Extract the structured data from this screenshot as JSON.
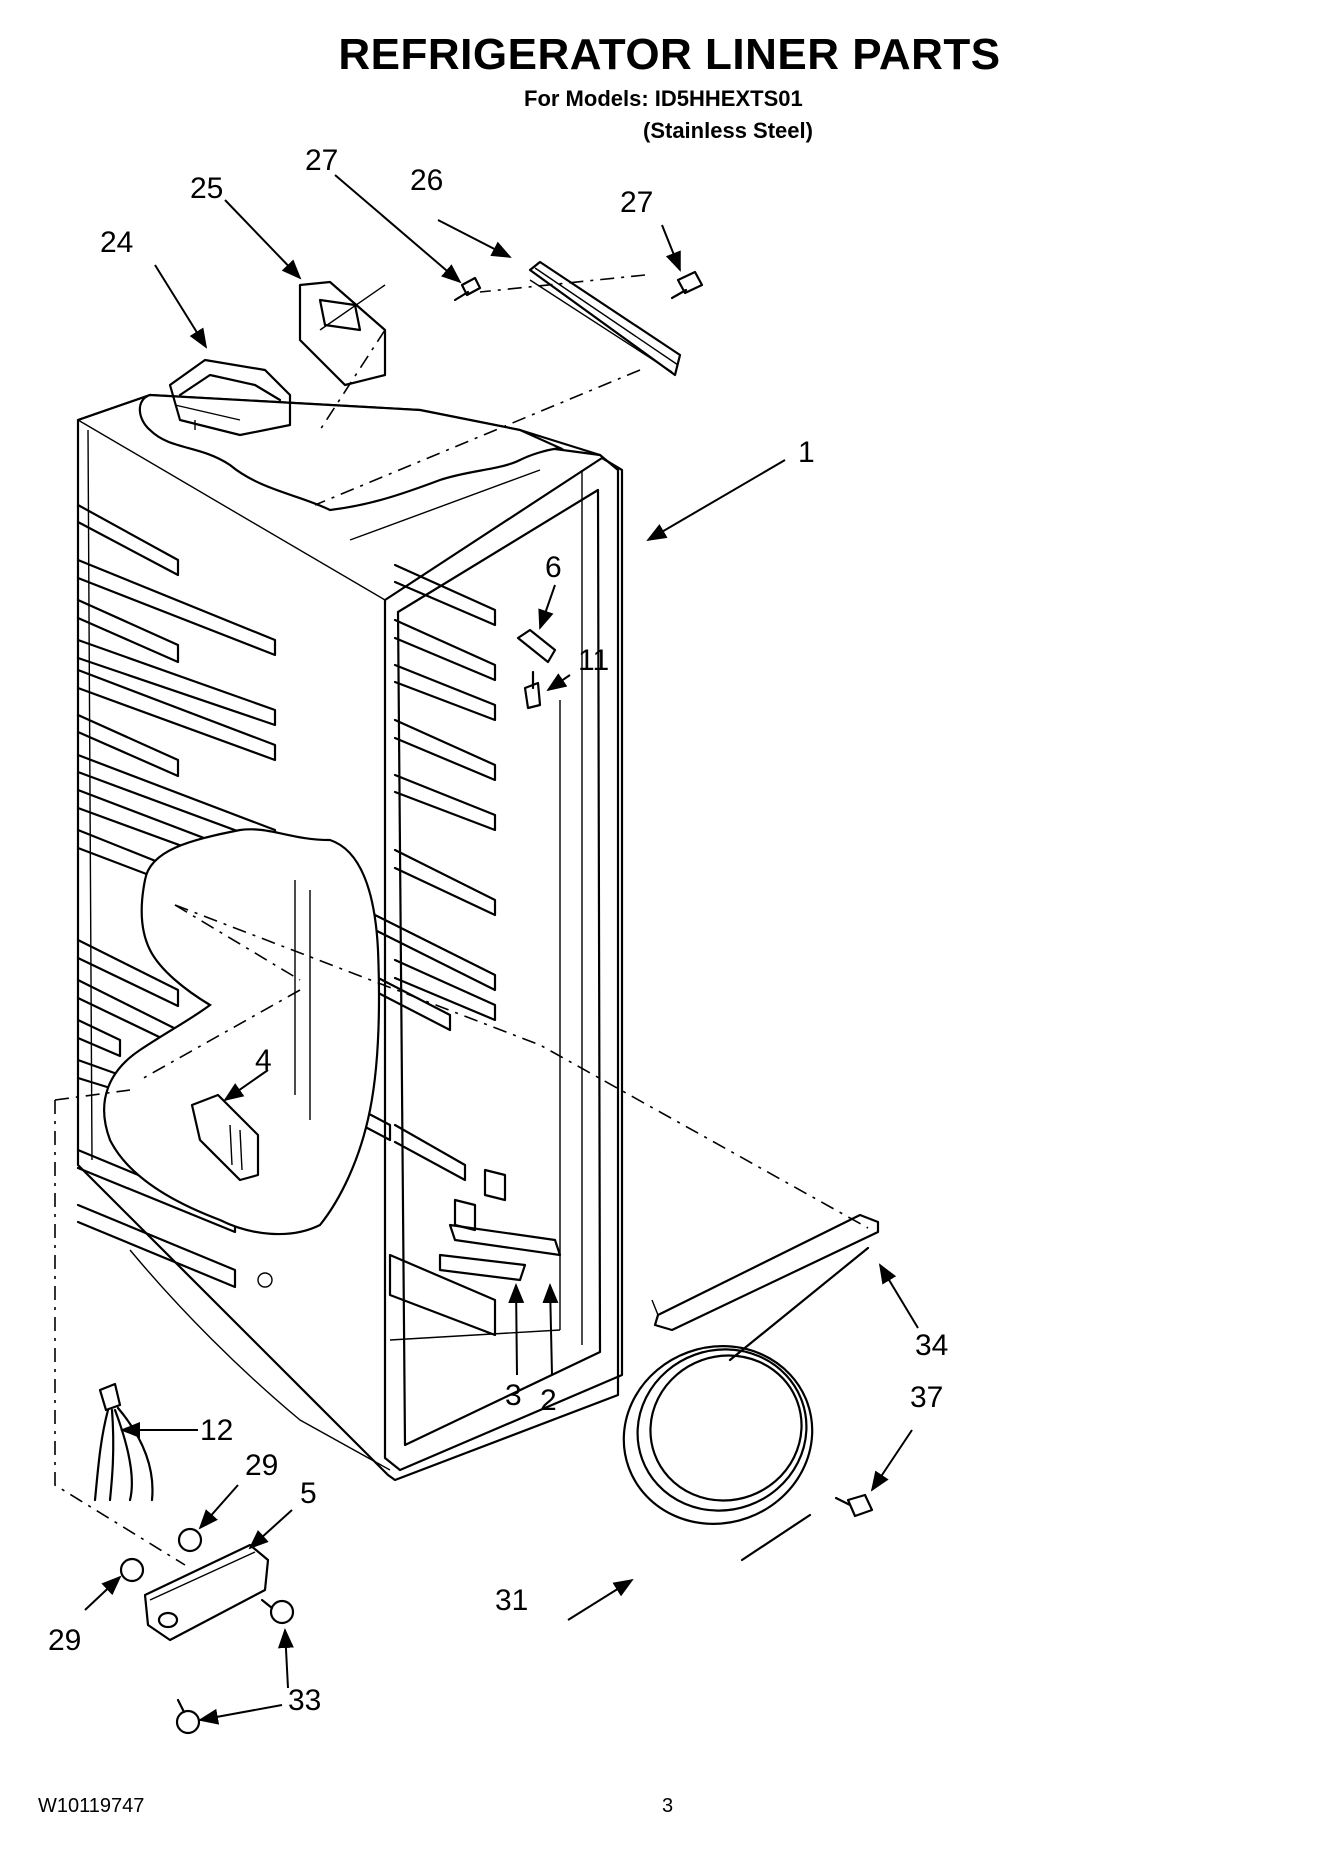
{
  "header": {
    "title": "REFRIGERATOR LINER PARTS",
    "models_line": "For Models: ID5HHEXTS01",
    "finish_line": "(Stainless Steel)"
  },
  "callouts": {
    "c1": "1",
    "c2": "2",
    "c3": "3",
    "c4": "4",
    "c5": "5",
    "c6": "6",
    "c11": "11",
    "c12": "12",
    "c24": "24",
    "c25": "25",
    "c26": "26",
    "c27a": "27",
    "c27b": "27",
    "c29a": "29",
    "c29b": "29",
    "c31": "31",
    "c33": "33",
    "c34": "34",
    "c37": "37"
  },
  "footer": {
    "document_number": "W10119747",
    "page_number": "3"
  }
}
